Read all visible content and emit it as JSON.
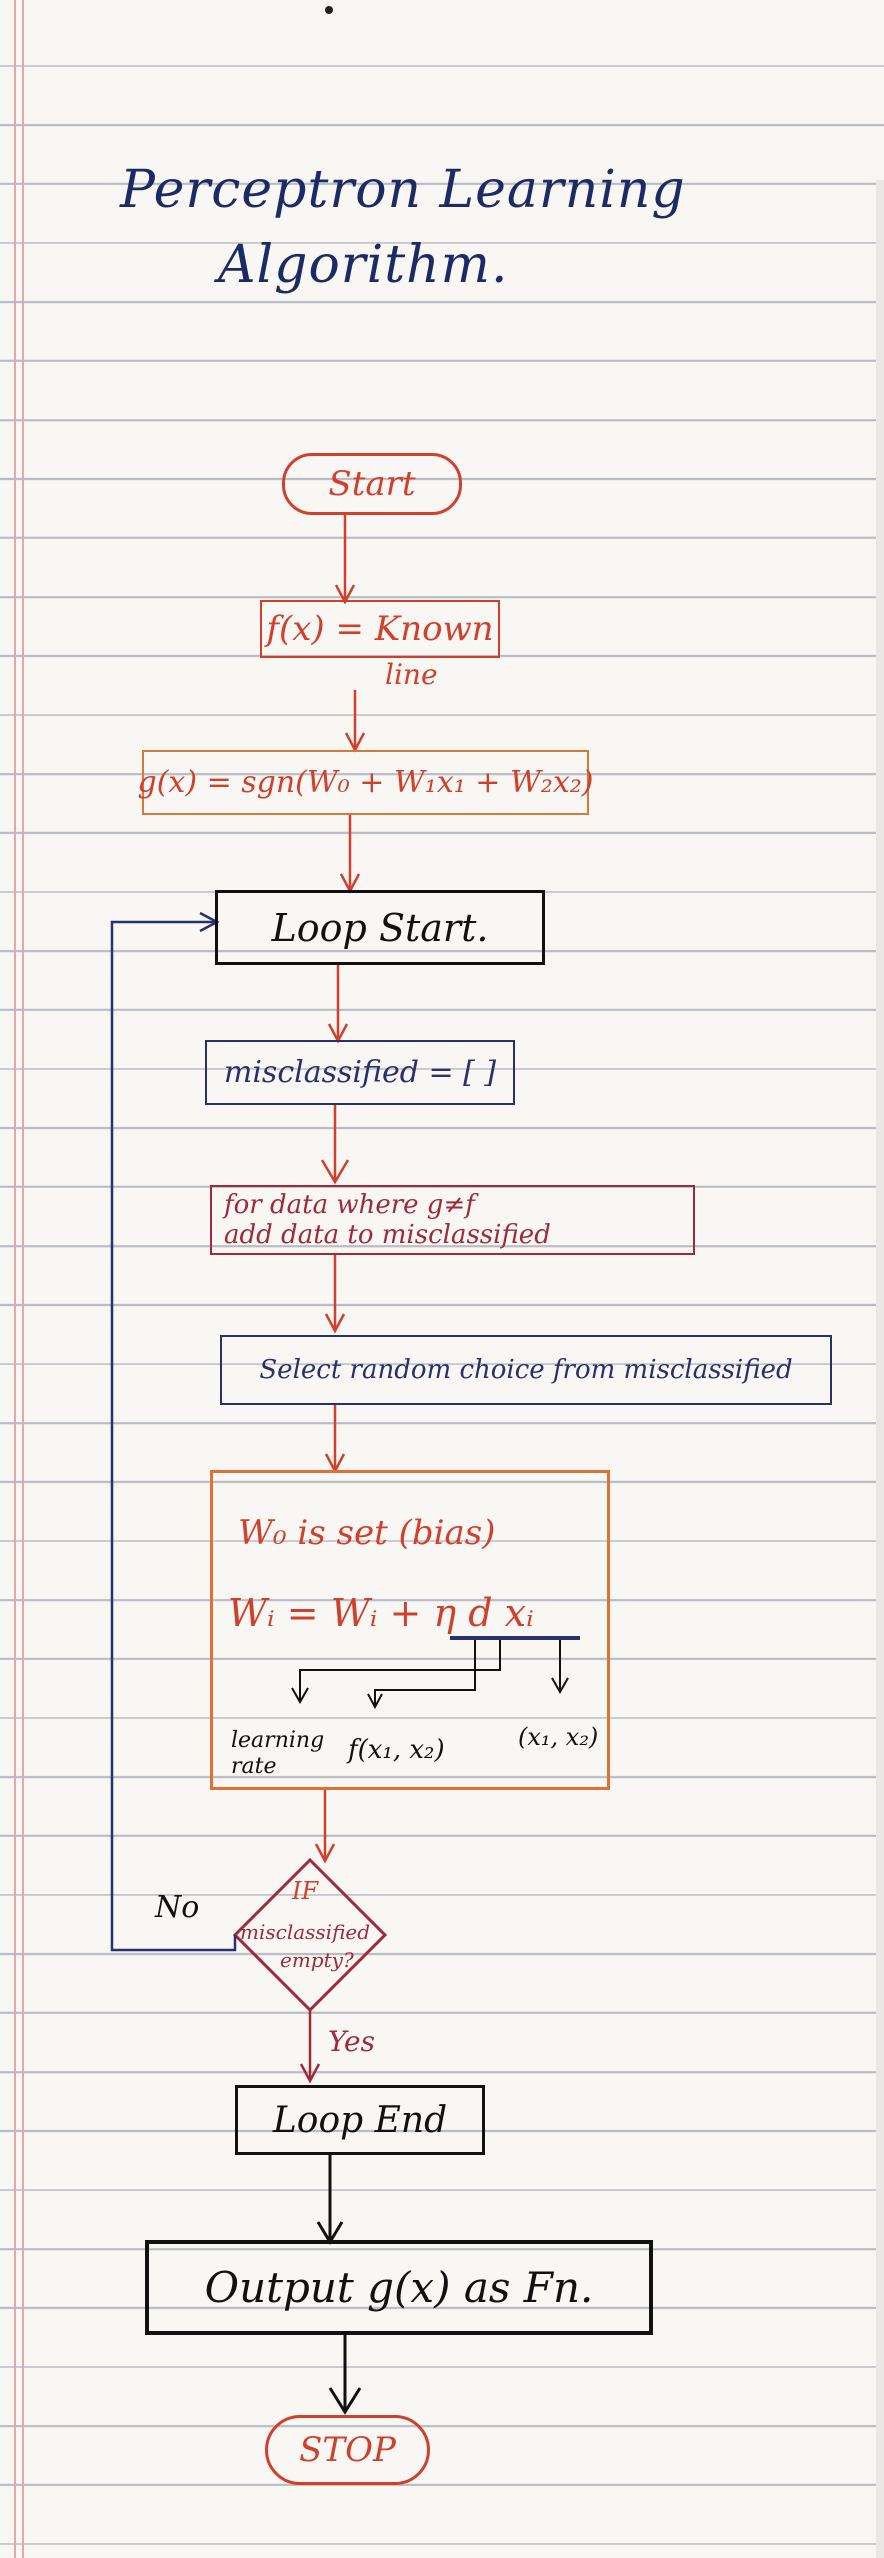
{
  "title": {
    "line1": "Perceptron Learning",
    "line2": "Algorithm."
  },
  "nodes": {
    "start": "Start",
    "known": "f(x) = Known",
    "known_sub": "line",
    "gx": "g(x) = sgn(W₀ + W₁x₁ + W₂x₂)",
    "loop_start": "Loop Start.",
    "misclassified_init": "misclassified = [ ]",
    "for_data_line1": "for data where g≠f",
    "for_data_line2": "add data to misclassified",
    "select_random": "Select random choice from misclassified",
    "update_line1": "W₀ is set (bias)",
    "update_line2": "Wᵢ = Wᵢ + η d xᵢ",
    "update_label_lr": "learning rate",
    "update_label_f": "f(x₁, x₂)",
    "update_label_x": "(x₁, x₂)",
    "decision_line1": "IF",
    "decision_line2": "misclassified",
    "decision_line3": "empty?",
    "yes": "Yes",
    "no": "No",
    "loop_end": "Loop End",
    "output": "Output g(x) as Fn.",
    "stop": "STOP"
  },
  "colors": {
    "paper": "#f8f7f3",
    "rule": "#b9bcc4",
    "margin": "#e3a7b0",
    "red_ink": "#d0402c",
    "blue_ink": "#2a2f6e",
    "maroon_ink": "#a02a3c",
    "black_ink": "#111111"
  }
}
